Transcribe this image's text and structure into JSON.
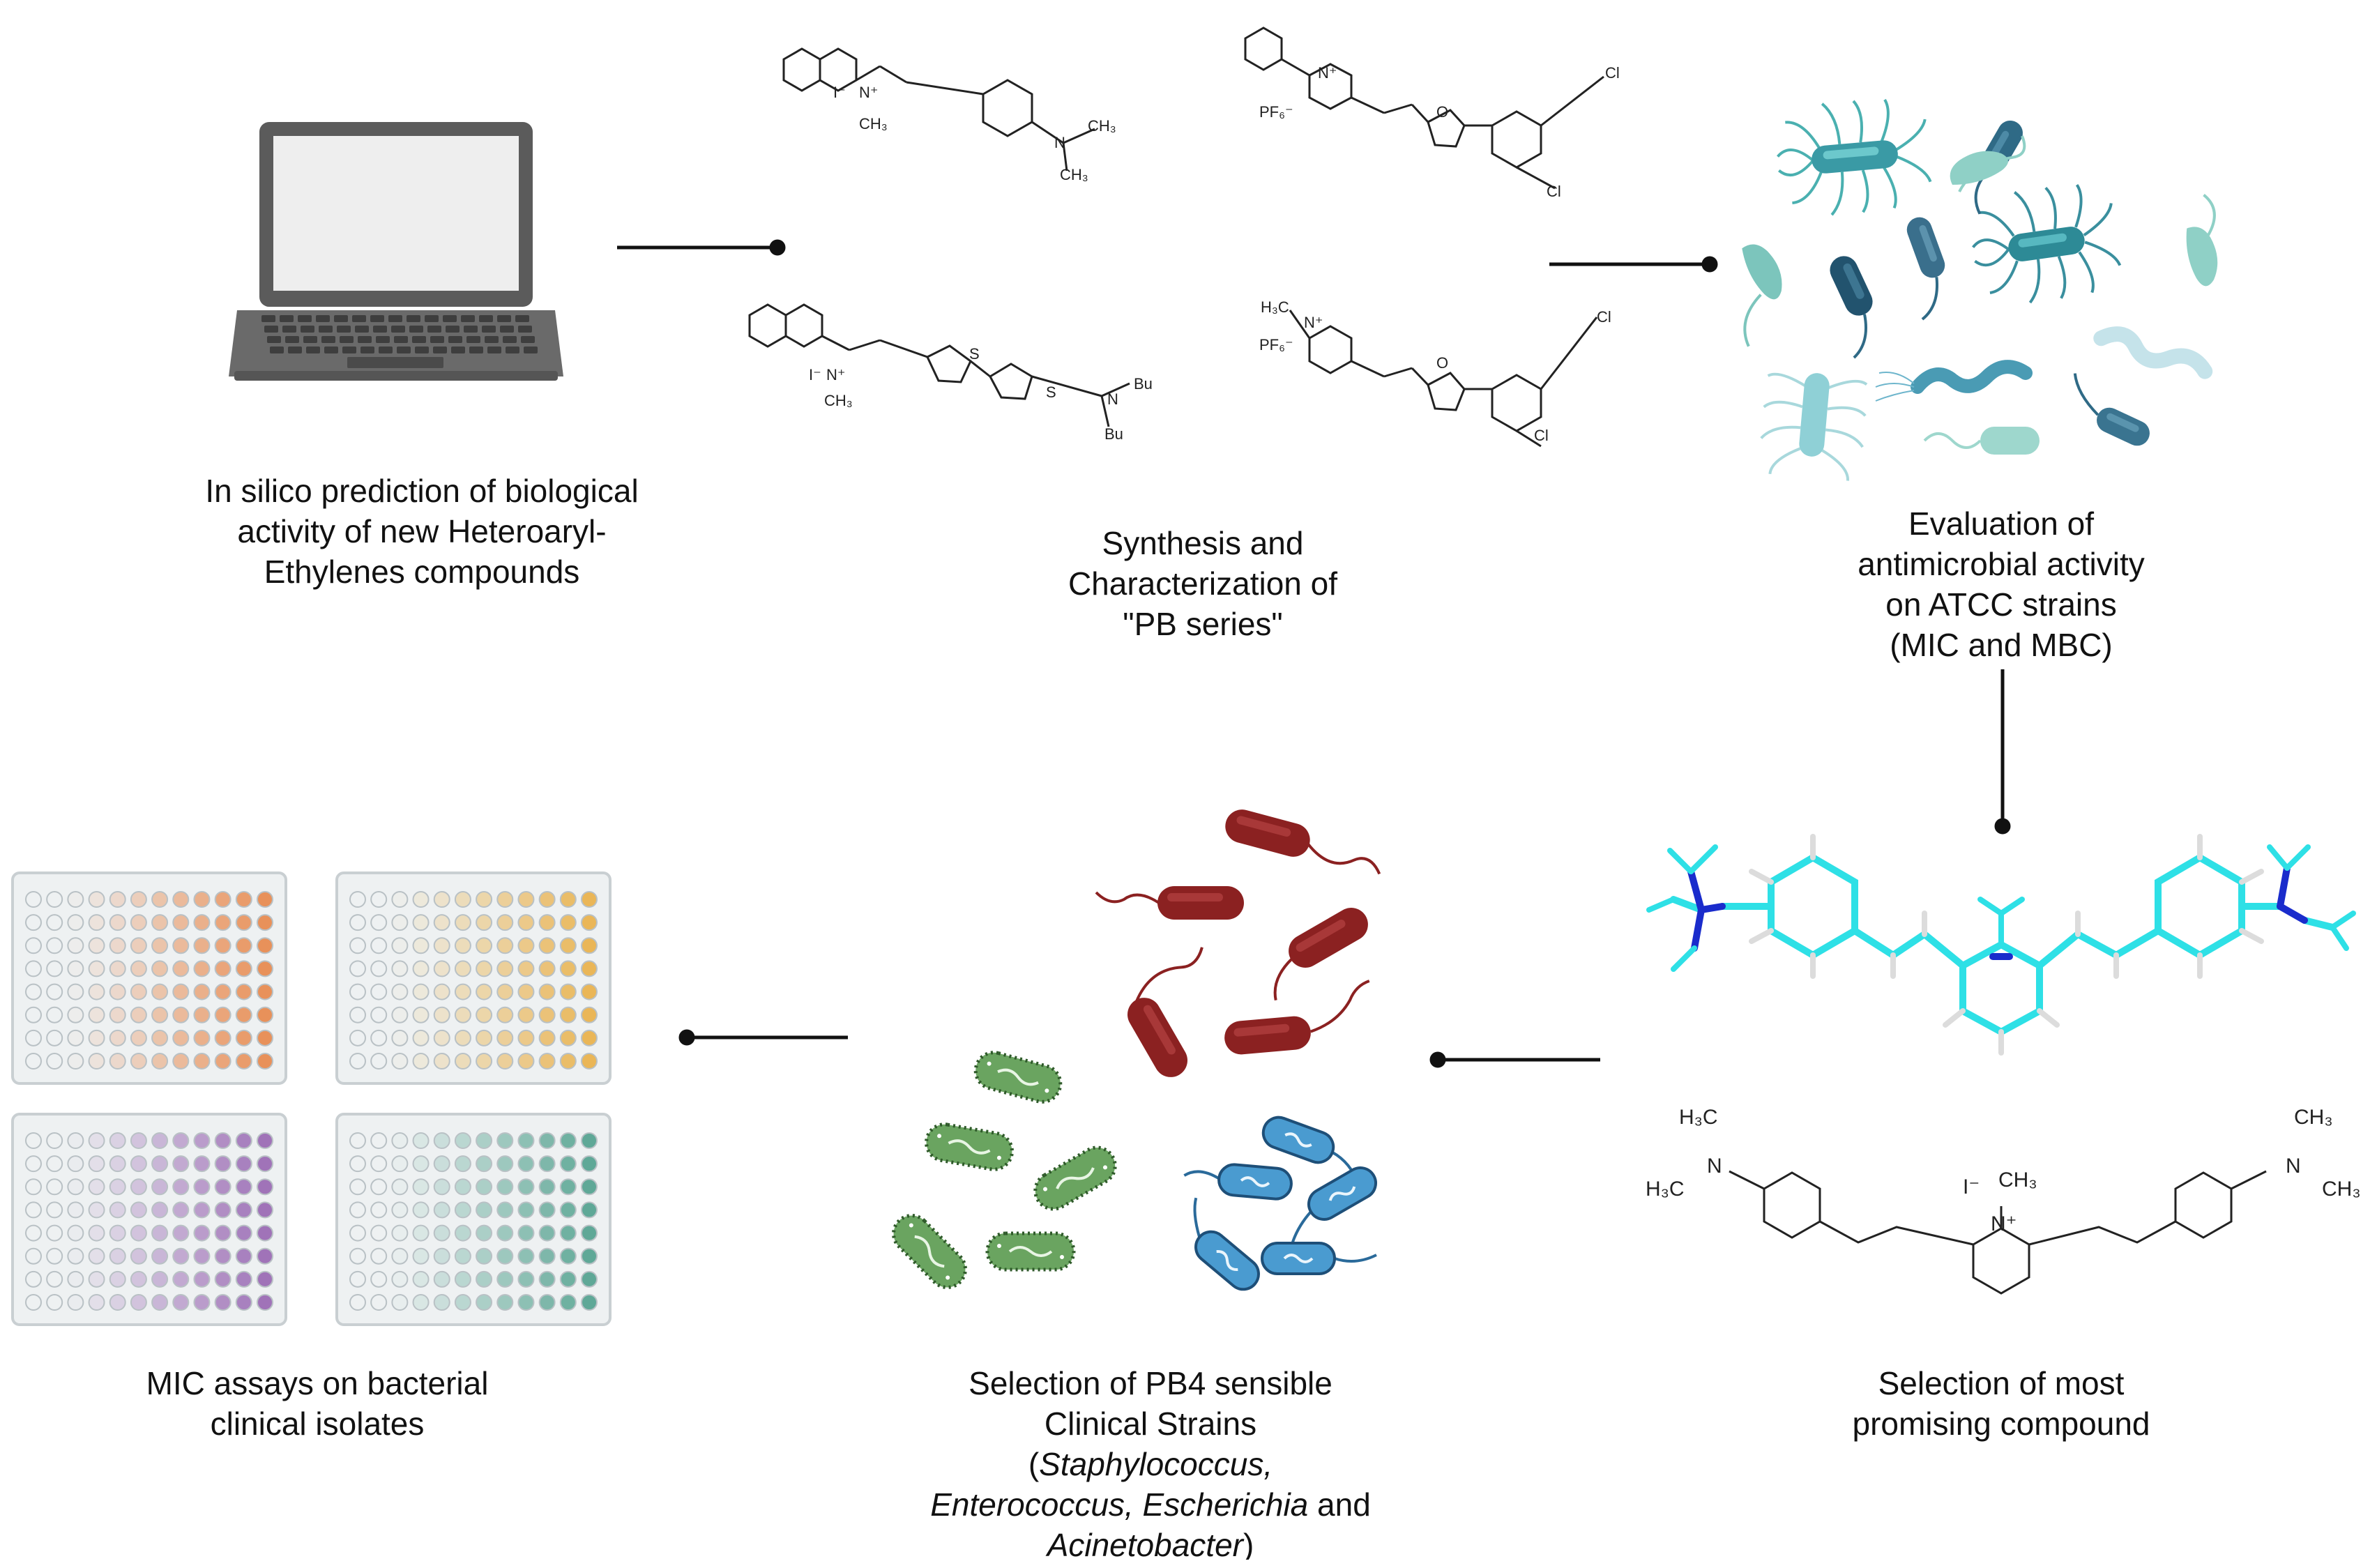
{
  "steps": {
    "insilico": {
      "lines": [
        "In silico prediction of biological",
        "activity of new Heteroaryl-",
        "Ethylenes compounds"
      ]
    },
    "synthesis": {
      "lines": [
        "Synthesis and",
        "Characterization of",
        "\"PB series\""
      ]
    },
    "evaluation": {
      "lines": [
        "Evaluation of",
        "antimicrobial activity",
        "on ATCC strains",
        "(MIC and MBC)"
      ]
    },
    "selection_compound": {
      "lines": [
        "Selection of most",
        "promising compound"
      ]
    },
    "selection_strains": {
      "line1": "Selection of PB4 sensible",
      "line2": "Clinical Strains",
      "line3_open": "(",
      "line3_italic": "Staphylococcus,",
      "line4_italic_a": "Enterococcus, Escherichia",
      "line4_normal": " and",
      "line5_italic": "Acinetobacter",
      "line5_close": ")"
    },
    "mic": {
      "lines": [
        "MIC assays on bacterial",
        "clinical isolates"
      ]
    }
  },
  "chemical_labels": {
    "iodide": "I⁻",
    "n_plus": "N⁺",
    "n": "N",
    "ch3": "CH₃",
    "h3c": "H₃C",
    "pf6": "PF₆⁻",
    "cl": "Cl",
    "o": "O",
    "s": "S",
    "bu": "Bu"
  },
  "colors": {
    "plate_orange": "#e8915a",
    "plate_yellow": "#eab657",
    "plate_purple": "#a073b8",
    "plate_teal": "#5fa897",
    "rod_red": "#8b2121",
    "cocci_green": "#6aa460",
    "cocci_blue": "#4a9bd0",
    "atcc_teal": "#4ab0b0",
    "atcc_dark": "#2f6a86",
    "mol_cyan": "#2ee0e6",
    "mol_blue": "#1a2ccc"
  },
  "icons": [
    "laptop-icon",
    "microplate-icon",
    "bacteria-icon",
    "molecule-3d-icon",
    "connector-arrow"
  ]
}
